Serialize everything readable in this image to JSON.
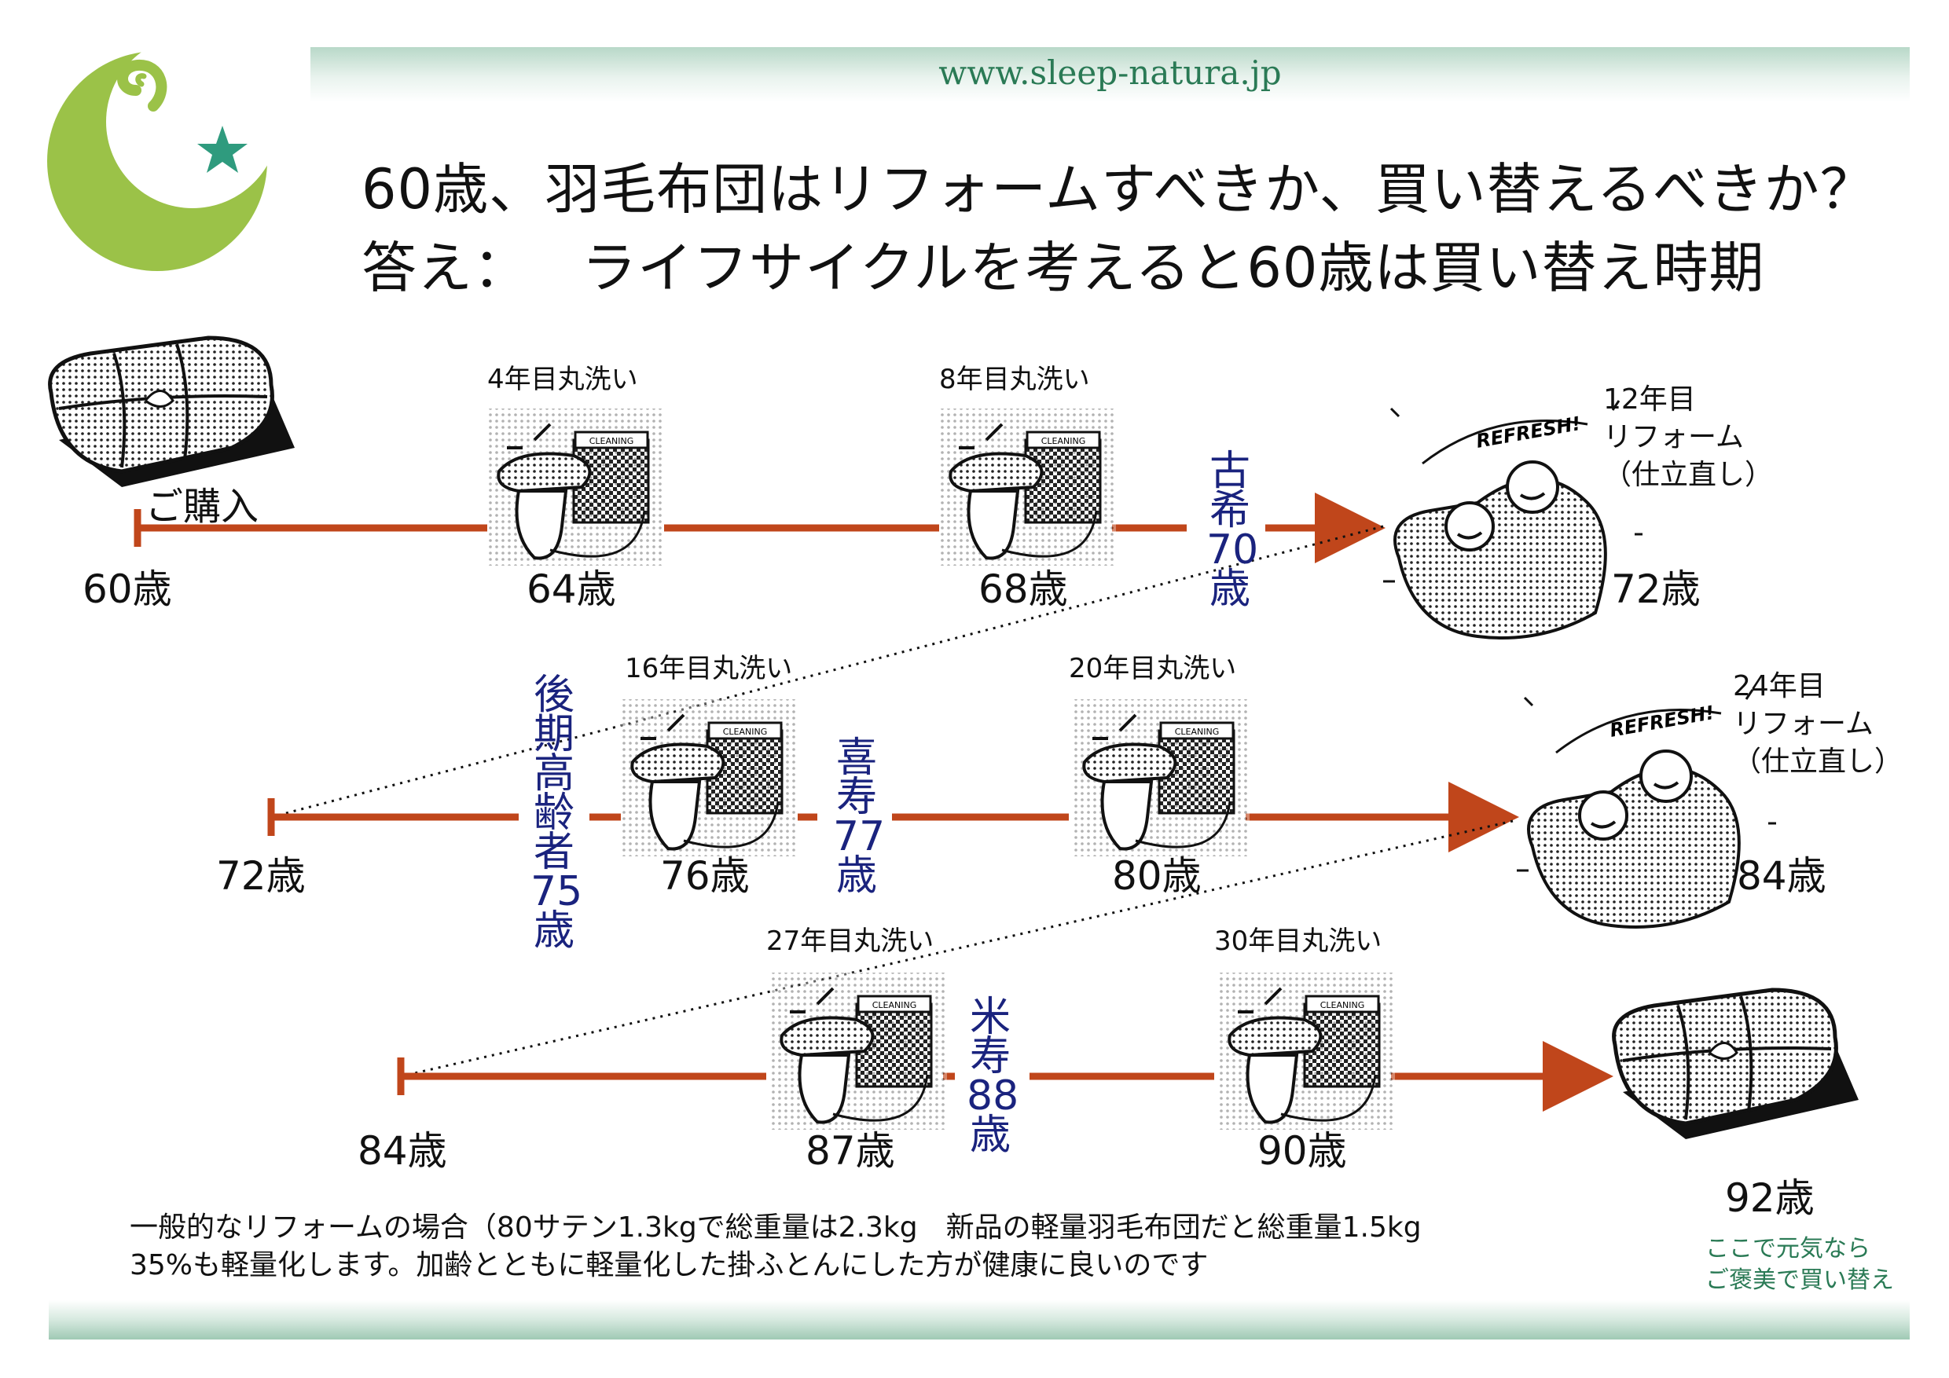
{
  "header": {
    "url": "www.sleep-natura.jp",
    "title_line1": "60歳、羽毛布団はリフォームすべきか、買い替えるべきか？",
    "title_line2_prefix": "答え：",
    "title_line2_main": "ライフサイクルを考えると60歳は買い替え時期"
  },
  "row1": {
    "purchase_label": "ご購入",
    "start_age": "60歳",
    "wash1_label": "4年目丸洗い",
    "wash1_age": "64歳",
    "wash2_label": "8年目丸洗い",
    "wash2_age": "68歳",
    "celebration": "古希70歳",
    "reform_label": [
      "12年目",
      "リフォーム",
      "（仕立直し）"
    ],
    "reform_age": "72歳"
  },
  "row2": {
    "start_age": "72歳",
    "celebration1": "後期高齢者75歳",
    "wash1_label": "16年目丸洗い",
    "wash1_age": "76歳",
    "celebration2": "喜寿77歳",
    "wash2_label": "20年目丸洗い",
    "wash2_age": "80歳",
    "reform_label": [
      "24年目",
      "リフォーム",
      "（仕立直し）"
    ],
    "reform_age": "84歳"
  },
  "row3": {
    "start_age": "84歳",
    "wash1_label": "27年目丸洗い",
    "wash1_age": "87歳",
    "celebration": "米寿88歳",
    "wash2_label": "30年目丸洗い",
    "wash2_age": "90歳",
    "end_age": "92歳"
  },
  "footer": {
    "note_line1": "一般的なリフォームの場合（80サテン1.3kgで総重量は2.3kg　新品の軽量羽毛布団だと総重量1.5kg",
    "note_line2": "35%も軽量化します。加齢とともに軽量化した掛ふとんにした方が健康に良いのです",
    "side_note_line1": "ここで元気なら",
    "side_note_line2": "ご褒美で買い替え"
  },
  "icons": {
    "logo": "moon-star-logo",
    "futon": "futon-icon",
    "cleaning": "cleaning-machine-icon",
    "refresh": "refresh-reform-icon"
  },
  "colors": {
    "timeline": "#c0461b",
    "celebration_text": "#1a237e",
    "logo_moon": "#9bc248",
    "logo_star": "#2f9b7e",
    "accent_green": "#2a7a55"
  }
}
